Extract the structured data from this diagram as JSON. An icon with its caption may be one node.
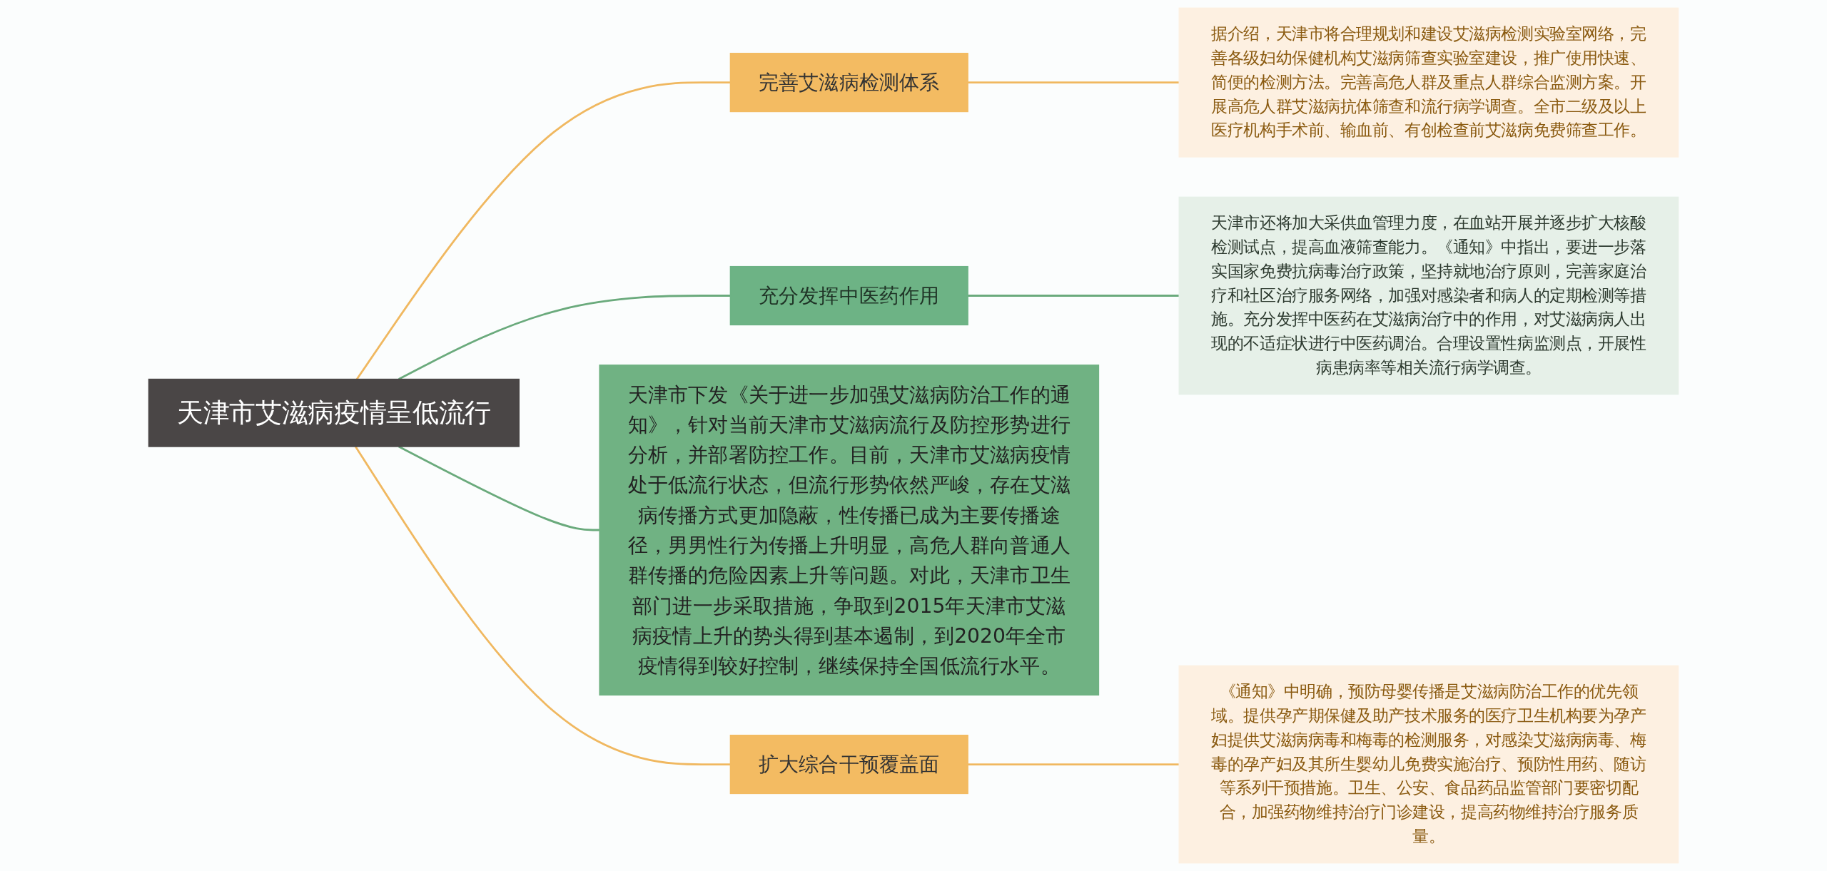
{
  "diagram": {
    "nodes": [
      {
        "text": [
          "天津市艾滋病疫情呈低流行"
        ]
      },
      {
        "text": [
          "完善艾滋病检测体系"
        ]
      },
      {
        "text": [
          "据介绍，天津市将合理规划和建设艾滋病检测实验室网络，完善各级妇幼保健机构艾滋病筛查实验室建设，推广使用快速、简便的检测方法。完善高危人群及重点人群综合监测方案。开展高危人群艾滋病抗体筛查和流行病学调查。全市二级及以上医疗机构手术前、输血前、有创检查前艾滋病免费筛查工作。"
        ]
      },
      {
        "text": [
          "充分发挥中医药作用"
        ]
      },
      {
        "text": [
          "天津市还将加大采供血管理力度，在血站开展并逐步扩大核酸检测试点，提高血液筛查能力。《通知》中指出，要进一步落实国家免费抗病毒治疗政策，坚持就地治疗原则，完善家庭治疗和社区治疗服务网络，加强对感染者和病人的定期检测等措施。充分发挥中医药在艾滋病治疗中的作用，对艾滋病病人出现的不适症状进行中医药调治。合理设置性病监测点，开展性病患病率等相关流行病学调查。"
        ]
      },
      {
        "text": [
          "天津市下发《关于进一步加强艾滋病防治工作的通知》，针对当前天津市艾滋病流行及防控形势进行分析，并部署防控工作。目前，天津市艾滋病疫情处于低流行状态，但流行形势依然严峻，存在艾滋病传播方式更加隐蔽，性传播已成为主要传播途径，男男性行为传播上升明显，高危人群向普通人群传播的危险因素上升等问题。对此，天津市卫生部门进一步采取措施，争取到2015年天津市艾滋病疫情上升的势头得到基本遏制，到2020年全市疫情得到较好控制，继续保持全国低流行水平。"
        ]
      },
      {
        "text": [
          "扩大综合干预覆盖面"
        ]
      },
      {
        "text": [
          "《通知》中明确，预防母婴传播是艾滋病防治工作的优先领域。提供孕产期保健及助产技术服务的医疗卫生机构要为孕产妇提供艾滋病病毒和梅毒的检测服务，对感染艾滋病病毒、梅毒的孕产妇及其所生婴幼儿免费实施治疗、预防性用药、随访等系列干预措施。卫生、公安、食品药品监管部门要密切配合，加强药物维持治疗门诊建设，提高药物维持治疗服务质量。"
        ]
      }
    ],
    "edges": [
      {
        "from": 0,
        "to": 1,
        "arrow": "none"
      },
      {
        "from": 1,
        "to": 2,
        "arrow": "none"
      },
      {
        "from": 0,
        "to": 3,
        "arrow": "none",
        "color": "#6aaa7c"
      },
      {
        "from": 3,
        "to": 4,
        "arrow": "none",
        "color": "#6aaa7c"
      },
      {
        "from": 0,
        "to": 5,
        "arrow": "none",
        "color": "#6aaa7c"
      },
      {
        "from": 0,
        "to": 6,
        "arrow": "none"
      },
      {
        "from": 6,
        "to": 7,
        "arrow": "none"
      }
    ]
  }
}
